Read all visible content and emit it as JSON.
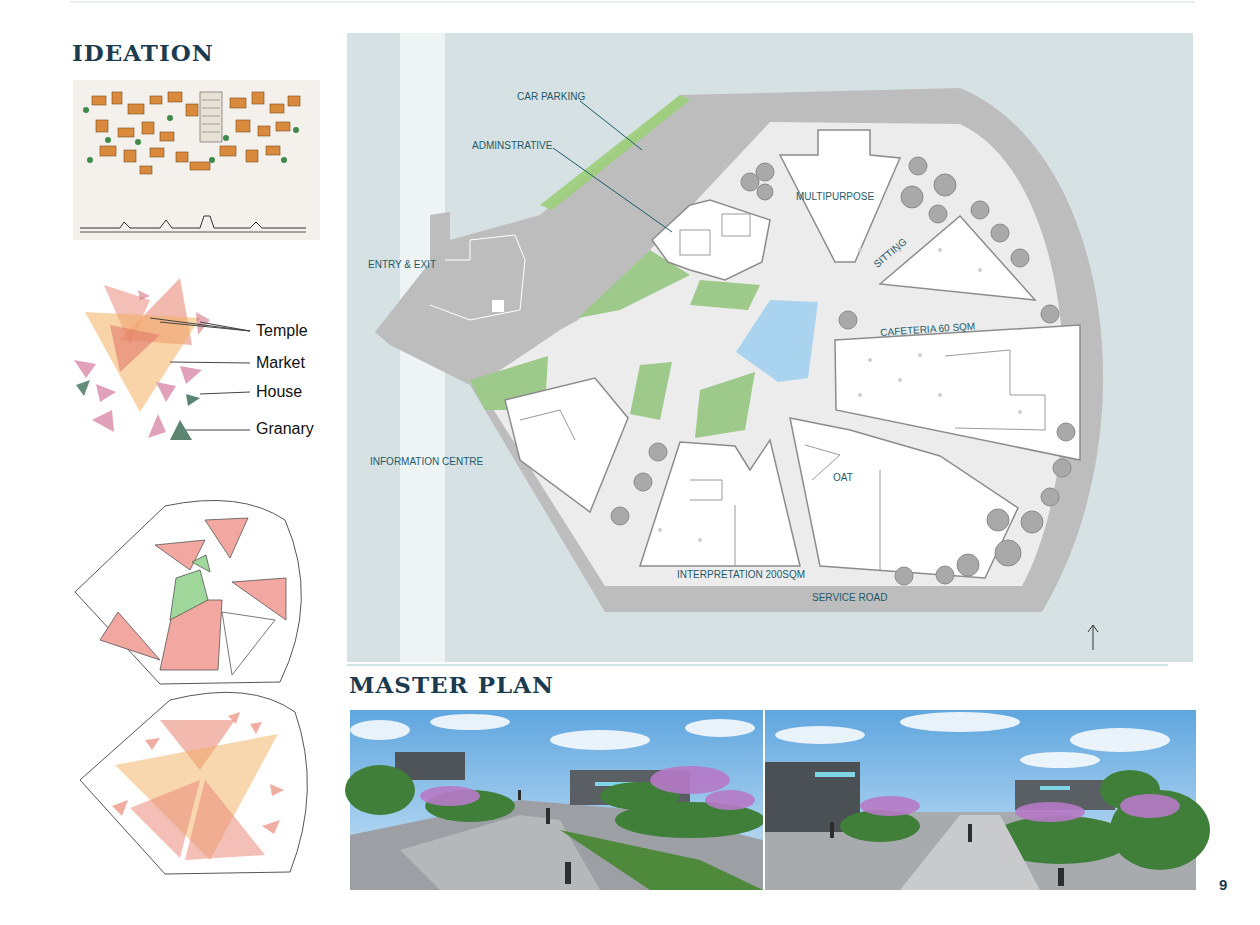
{
  "diagram": {
    "title": "IDEATION",
    "labels": [
      "MASTER PLAN",
      "CAR PARKING",
      "ADMINSTRATIVE",
      "ENTRY & EXIT",
      "MULTIPURPOSE",
      "SITTING",
      "CAFETERIA 60 SQM",
      "INFORMATION CENTRE",
      "OAT",
      "INTERPRETATION 200SQM",
      "SERVICE ROAD",
      "Temple",
      "Market",
      "House",
      "Granary",
      "9"
    ]
  }
}
